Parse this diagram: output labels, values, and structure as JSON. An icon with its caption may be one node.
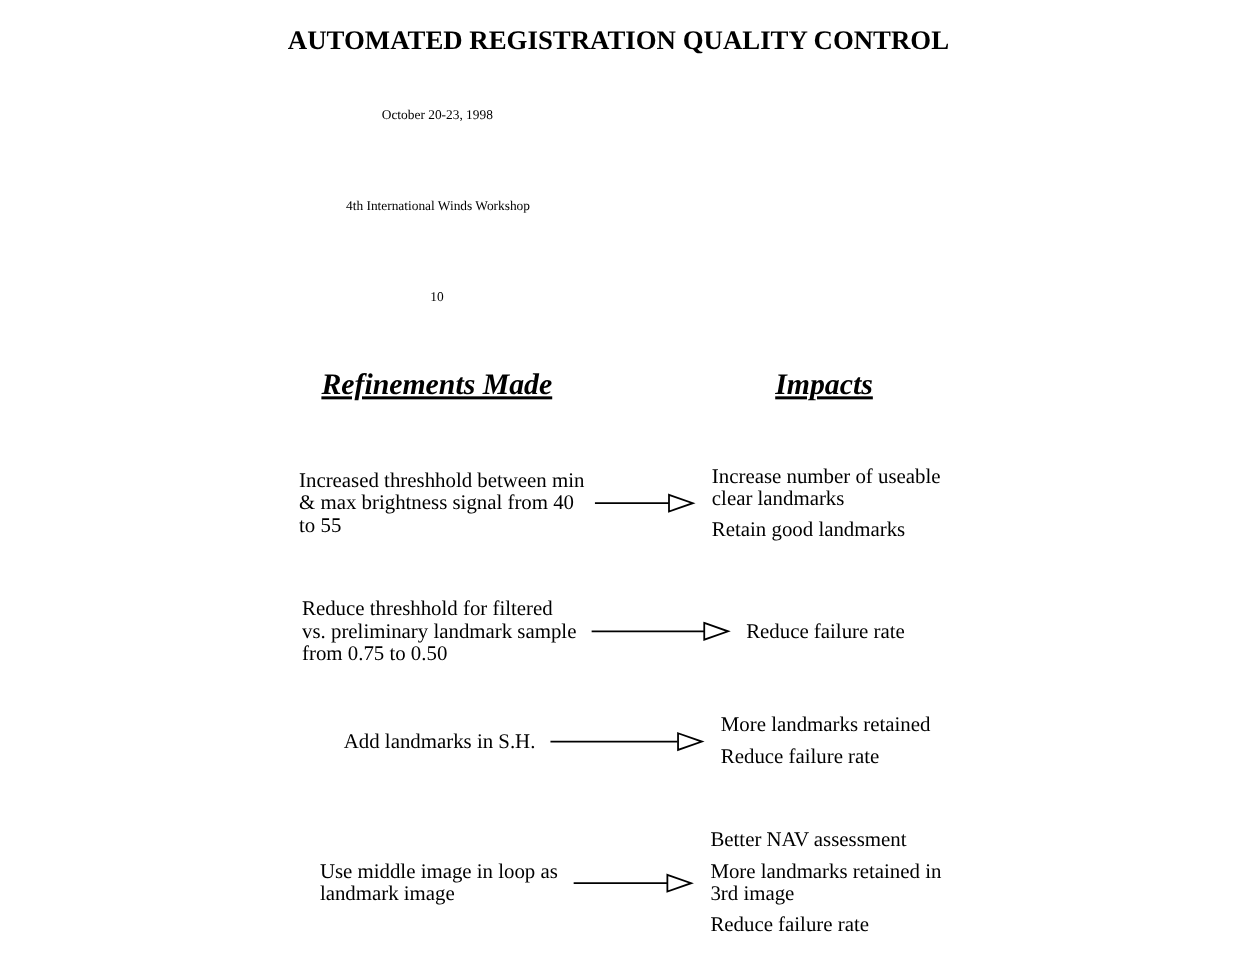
{
  "diagram": {
    "title": "AUTOMATED REGISTRATION QUALITY CONTROL",
    "nodes": [
      {
        "text": [
          "Use middle image in loop as landmark image"
        ]
      },
      {
        "text": [
          "Better NAV assessment",
          "More landmarks retained in 3rd image",
          "Reduce failure rate"
        ]
      },
      {
        "text": [
          "Add landmarks in S.H."
        ]
      },
      {
        "text": [
          "More landmarks retained",
          "Reduce failure rate"
        ]
      },
      {
        "text": [
          "Reduce threshhold for filtered vs. preliminary landmark sample from 0.75 to 0.50"
        ]
      },
      {
        "text": [
          "Reduce failure rate"
        ]
      },
      {
        "text": [
          "Increased threshhold between min & max brightness signal from 40 to 55"
        ]
      },
      {
        "text": [
          "Increase number of useable clear landmarks",
          "Retain good landmarks"
        ]
      }
    ],
    "edges": [
      {
        "from": 0,
        "to": 1,
        "arrow": "to"
      },
      {
        "from": 2,
        "to": 3,
        "arrow": "to"
      },
      {
        "from": 4,
        "to": 5,
        "arrow": "to"
      },
      {
        "from": 6,
        "to": 7,
        "arrow": "to"
      }
    ],
    "labels": [
      "Refinements Made",
      "Impacts",
      "October 20-23, 1998",
      "4th International Winds Workshop",
      "10"
    ]
  }
}
